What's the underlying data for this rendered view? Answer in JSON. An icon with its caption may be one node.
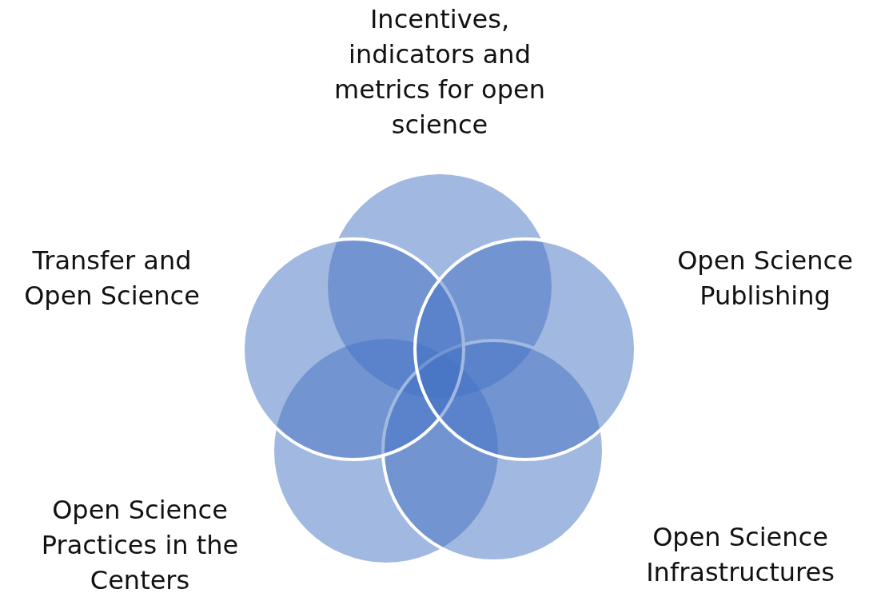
{
  "diagram": {
    "nodes": [
      {
        "text": [],
        "shape": "circle",
        "beside": [
          "Incentives, indicators and metrics for open science"
        ]
      },
      {
        "text": [],
        "shape": "circle",
        "beside": [
          "Transfer and Open Science"
        ]
      },
      {
        "text": [],
        "shape": "circle",
        "beside": [
          "Open Science Publishing"
        ]
      },
      {
        "text": [],
        "shape": "circle",
        "beside": [
          "Open Science Practices in the Centers"
        ]
      },
      {
        "text": [],
        "shape": "circle",
        "beside": [
          "Open Science Infrastructures"
        ]
      }
    ],
    "edges": []
  }
}
